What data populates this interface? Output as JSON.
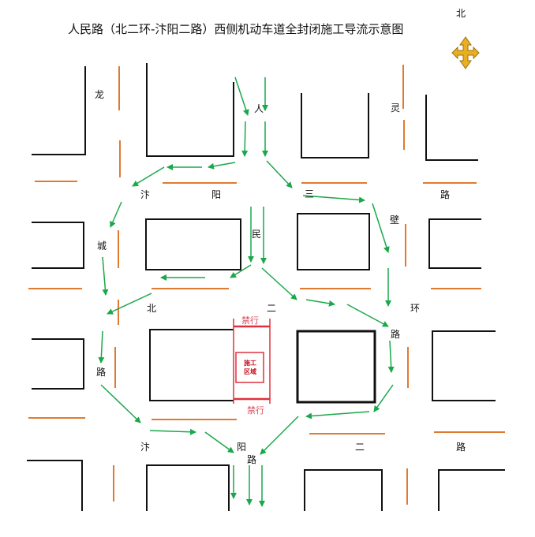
{
  "title": "人民路（北二环-汴阳二路）西侧机动车道全封闭施工导流示意图",
  "compass": {
    "label": "北",
    "icon": "four-way-arrow-icon"
  },
  "road_labels": {
    "longcheng": [
      "龙",
      "城"
    ],
    "longcheng_south": "路",
    "bianyang_north": [
      "汴",
      "阳"
    ],
    "sanbi": [
      "三",
      "壁"
    ],
    "lingsan_road": [
      "灵",
      "路"
    ],
    "renmin": [
      "人",
      "民"
    ],
    "beierhuan": [
      "北",
      "二",
      "环"
    ],
    "huan_road": "路",
    "bianyang_south": [
      "汴",
      "阳",
      "二",
      "路"
    ],
    "south_road": "路"
  },
  "construction_zone": {
    "label_line1": "施工",
    "label_line2": "区域"
  },
  "no_entry_top": "禁行",
  "no_entry_bottom": "禁行",
  "colors": {
    "block": "#111111",
    "lane_divider": "#e07a30",
    "detour_arrow": "#19a84a",
    "closure": "#e0303e",
    "compass": "#e8b020"
  }
}
